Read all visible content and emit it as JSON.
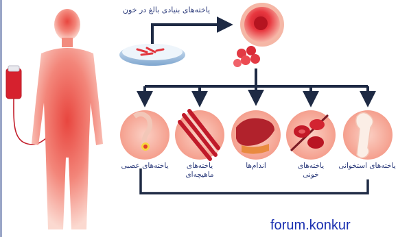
{
  "diagram": {
    "title": "یاخته‌های بنیادی بالغ در خون",
    "outcomes": [
      {
        "key": "neural",
        "label": "یاخته‌های عصبی",
        "icon": "neuron-cell-icon"
      },
      {
        "key": "muscle",
        "label": "یاخته‌های ماهیچه‌ای",
        "line1": "یاخته‌های",
        "line2": "ماهیچه‌ای",
        "icon": "muscle-fiber-icon"
      },
      {
        "key": "organs",
        "label": "اندام‌ها",
        "icon": "liver-organ-icon"
      },
      {
        "key": "blood",
        "label": "یاخته‌های خونی",
        "line1": "یاخته‌های",
        "line2": "خونی",
        "icon": "blood-cells-icon"
      },
      {
        "key": "bone",
        "label": "یاخته‌های استخوانی",
        "icon": "bone-icon"
      }
    ]
  },
  "watermark": "forum.konkur",
  "colors": {
    "arrow": "#1e2a44",
    "cell": "#e8373f",
    "body": "#f07a6e",
    "label": "#2b3a7a",
    "watermark": "#1a2fb0"
  }
}
